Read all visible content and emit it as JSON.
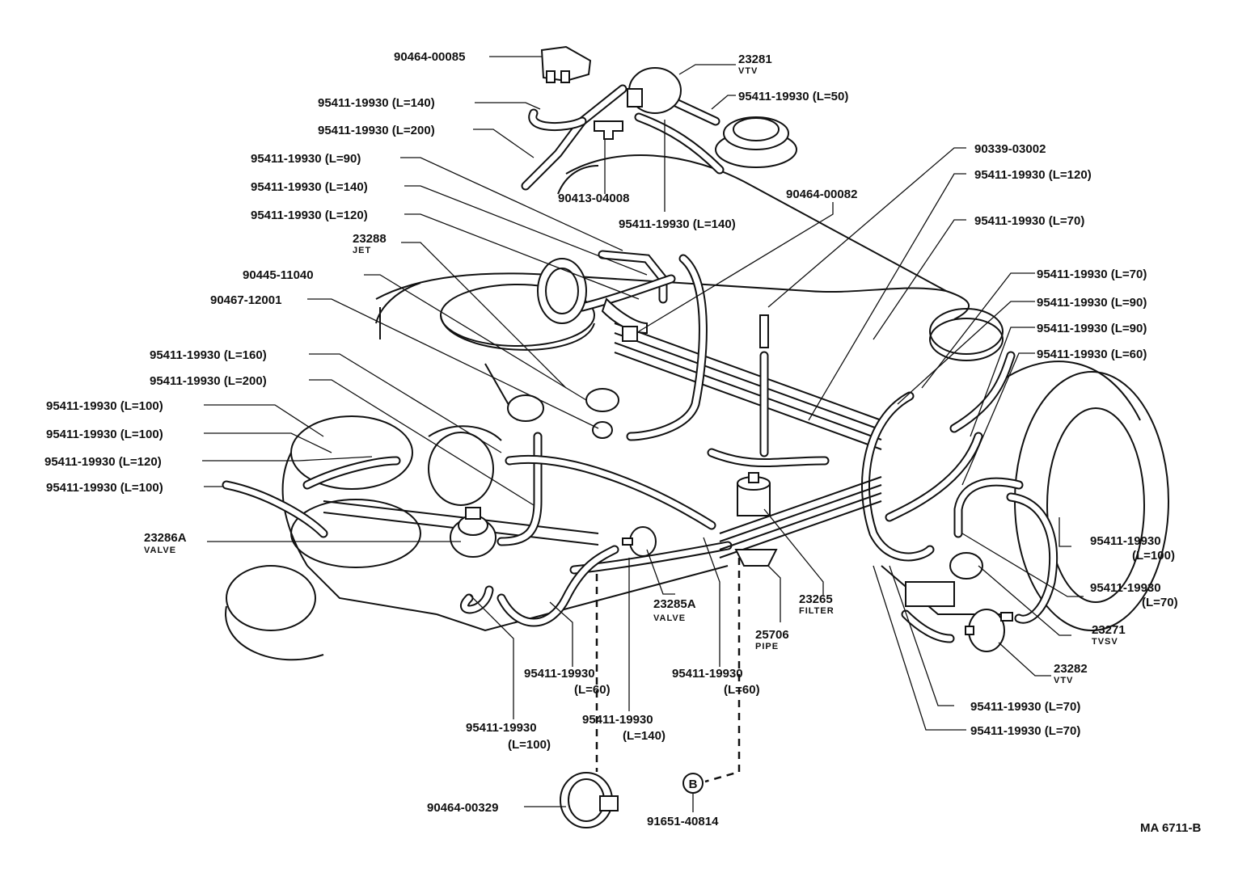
{
  "diagram": {
    "drawing_code": "MA 6711-B",
    "labels": [
      {
        "id": "l1",
        "text": "90464-00085"
      },
      {
        "id": "l2",
        "text": "23281",
        "sub": "VTV"
      },
      {
        "id": "l3",
        "text": "95411-19930 (L=140)"
      },
      {
        "id": "l4",
        "text": "95411-19930 (L=50)"
      },
      {
        "id": "l5",
        "text": "95411-19930 (L=200)"
      },
      {
        "id": "l6",
        "text": "95411-19930 (L=90)"
      },
      {
        "id": "l7",
        "text": "90339-03002"
      },
      {
        "id": "l8",
        "text": "95411-19930 (L=120)"
      },
      {
        "id": "l9",
        "text": "95411-19930 (L=140)"
      },
      {
        "id": "l10",
        "text": "90413-04008"
      },
      {
        "id": "l11",
        "text": "90464-00082"
      },
      {
        "id": "l12",
        "text": "95411-19930 (L=120)"
      },
      {
        "id": "l13",
        "text": "95411-19930 (L=140)"
      },
      {
        "id": "l14",
        "text": "95411-19930 (L=70)"
      },
      {
        "id": "l15",
        "text": "23288",
        "sub": "JET"
      },
      {
        "id": "l16",
        "text": "90445-11040"
      },
      {
        "id": "l17",
        "text": "95411-19930 (L=70)"
      },
      {
        "id": "l18",
        "text": "90467-12001"
      },
      {
        "id": "l19",
        "text": "95411-19930 (L=90)"
      },
      {
        "id": "l20",
        "text": "95411-19930 (L=90)"
      },
      {
        "id": "l21",
        "text": "95411-19930 (L=160)"
      },
      {
        "id": "l22",
        "text": "95411-19930 (L=60)"
      },
      {
        "id": "l23",
        "text": "95411-19930 (L=200)"
      },
      {
        "id": "l24",
        "text": "95411-19930 (L=100)"
      },
      {
        "id": "l25",
        "text": "95411-19930 (L=100)"
      },
      {
        "id": "l26",
        "text": "95411-19930 (L=120)"
      },
      {
        "id": "l27",
        "text": "95411-19930 (L=100)"
      },
      {
        "id": "l28",
        "text": "23286A",
        "sub": "VALVE"
      },
      {
        "id": "l29",
        "text": "95411-19930",
        "sub2": "(L=100)"
      },
      {
        "id": "l30",
        "text": "95411-19930",
        "sub2": "(L=70)"
      },
      {
        "id": "l31",
        "text": "23265",
        "sub": "FILTER"
      },
      {
        "id": "l32",
        "text": "23285A",
        "sub": "VALVE"
      },
      {
        "id": "l33",
        "text": "23271",
        "sub": "TVSV"
      },
      {
        "id": "l34",
        "text": "25706",
        "sub": "PIPE"
      },
      {
        "id": "l35",
        "text": "23282",
        "sub": "VTV"
      },
      {
        "id": "l36",
        "text": "95411-19930",
        "sub2": "(L=60)"
      },
      {
        "id": "l37",
        "text": "95411-19930",
        "sub2": "(L=60)"
      },
      {
        "id": "l38",
        "text": "95411-19930 (L=70)"
      },
      {
        "id": "l39",
        "text": "95411-19930",
        "sub2": "(L=100)"
      },
      {
        "id": "l40",
        "text": "95411-19930",
        "sub2": "(L=140)"
      },
      {
        "id": "l41",
        "text": "95411-19930 (L=70)"
      },
      {
        "id": "l42",
        "text": "90464-00329"
      },
      {
        "id": "l43",
        "text": "91651-40814"
      }
    ],
    "bolt_marker": "B"
  }
}
